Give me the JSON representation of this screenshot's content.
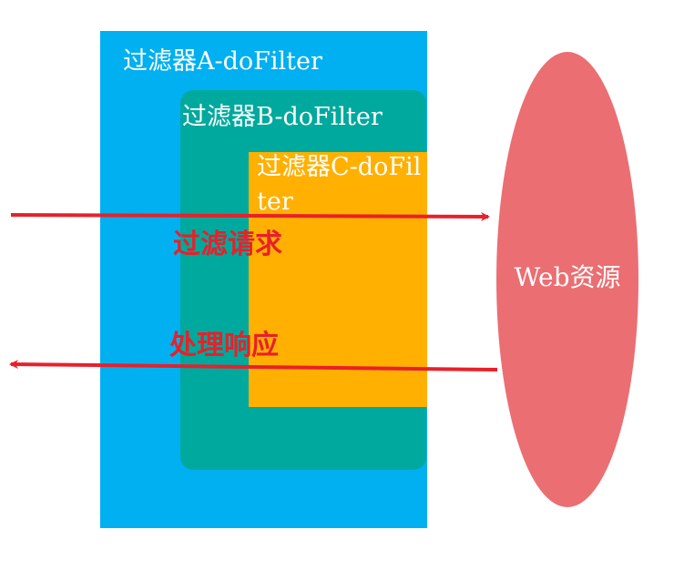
{
  "filters": {
    "a": {
      "label": "过滤器A-doFilter",
      "color": "#00b0f0"
    },
    "b": {
      "label": "过滤器B-doFilter",
      "color": "#00a99d"
    },
    "c": {
      "label": "过滤器C-doFilter",
      "color": "#ffb000"
    }
  },
  "web_resource": {
    "label": "Web资源",
    "color": "#eb6e72"
  },
  "flows": {
    "request": {
      "label": "过滤请求",
      "direction": "right",
      "color": "#e8202a"
    },
    "response": {
      "label": "处理响应",
      "direction": "left",
      "color": "#e8202a"
    }
  }
}
